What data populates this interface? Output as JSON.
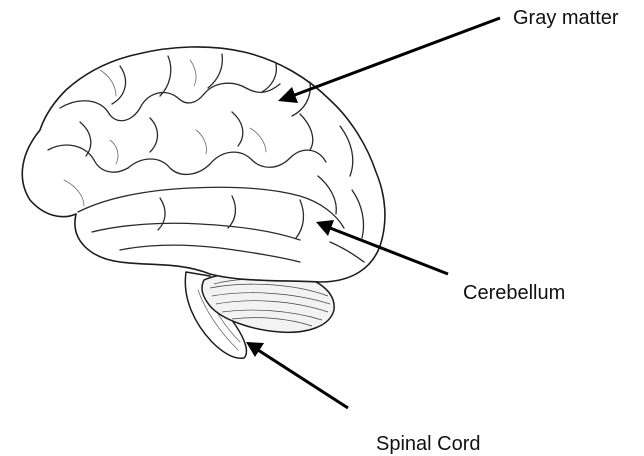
{
  "labels": {
    "gray_matter": "Gray matter",
    "cerebellum": "Cerebellum",
    "spinal_cord": "Spinal Cord"
  },
  "colors": {
    "background": "#ffffff",
    "ink": "#1c1c1c",
    "arrow": "#000000"
  }
}
